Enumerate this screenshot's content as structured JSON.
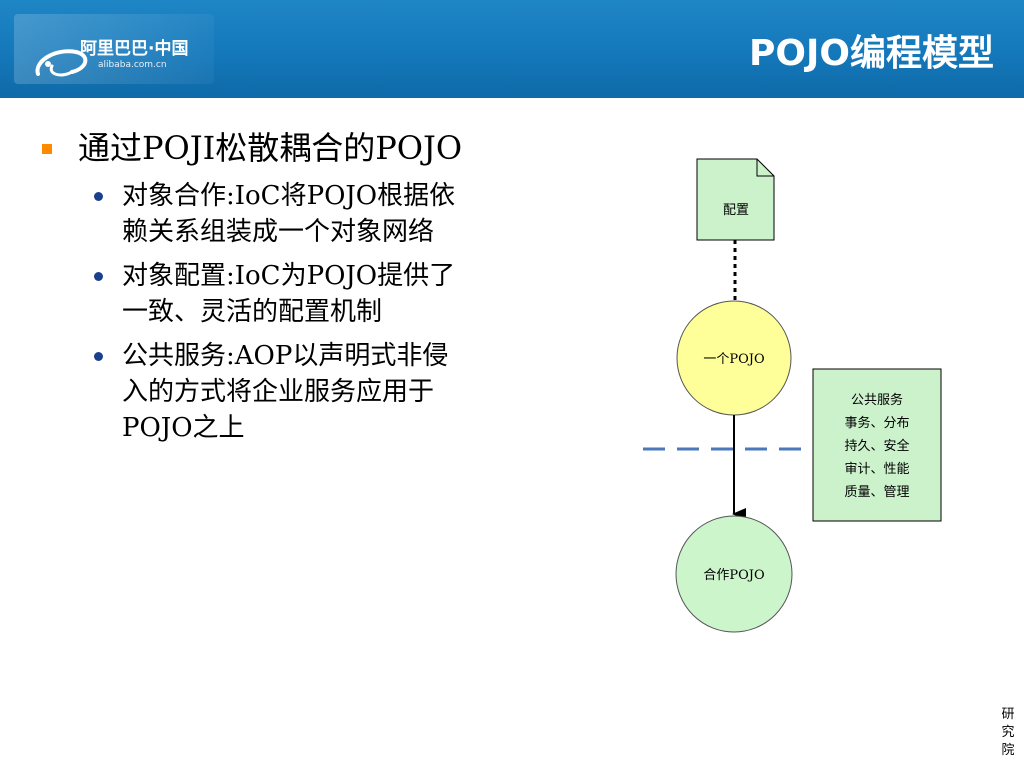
{
  "header": {
    "logo": {
      "name_cn": "阿里巴巴·中国",
      "domain": "alibaba.com.cn"
    },
    "title": "POJO编程模型"
  },
  "bullets": {
    "main": "通过POJI松散耦合的POJO",
    "subs": [
      "对象合作:IoC将POJO根据依\n赖关系组装成一个对象网络",
      "对象配置:IoC为POJO提供了\n一致、灵活的配置机制",
      "公共服务:AOP以声明式非侵\n入的方式将企业服务应用于\nPOJO之上"
    ]
  },
  "diagram": {
    "config_doc": "配置",
    "pojo_top": "一个POJO",
    "pojo_bottom": "合作POJO",
    "services": [
      "公共服务",
      "事务、分布",
      "持久、安全",
      "审计、性能",
      "质量、管理"
    ],
    "colors": {
      "doc_fill": "#ccf2cc",
      "circle_fill": "#ffff99",
      "circle_bottom_fill": "#ccf5cc",
      "service_fill": "#ccf2cc",
      "dashed_line": "#4a78b8"
    }
  },
  "footer": [
    "研",
    "究",
    "院"
  ],
  "colors": {
    "header_blue": "#1478ba",
    "bullet_orange": "#ff8a00",
    "bullet_blue": "#1b3f8f"
  }
}
